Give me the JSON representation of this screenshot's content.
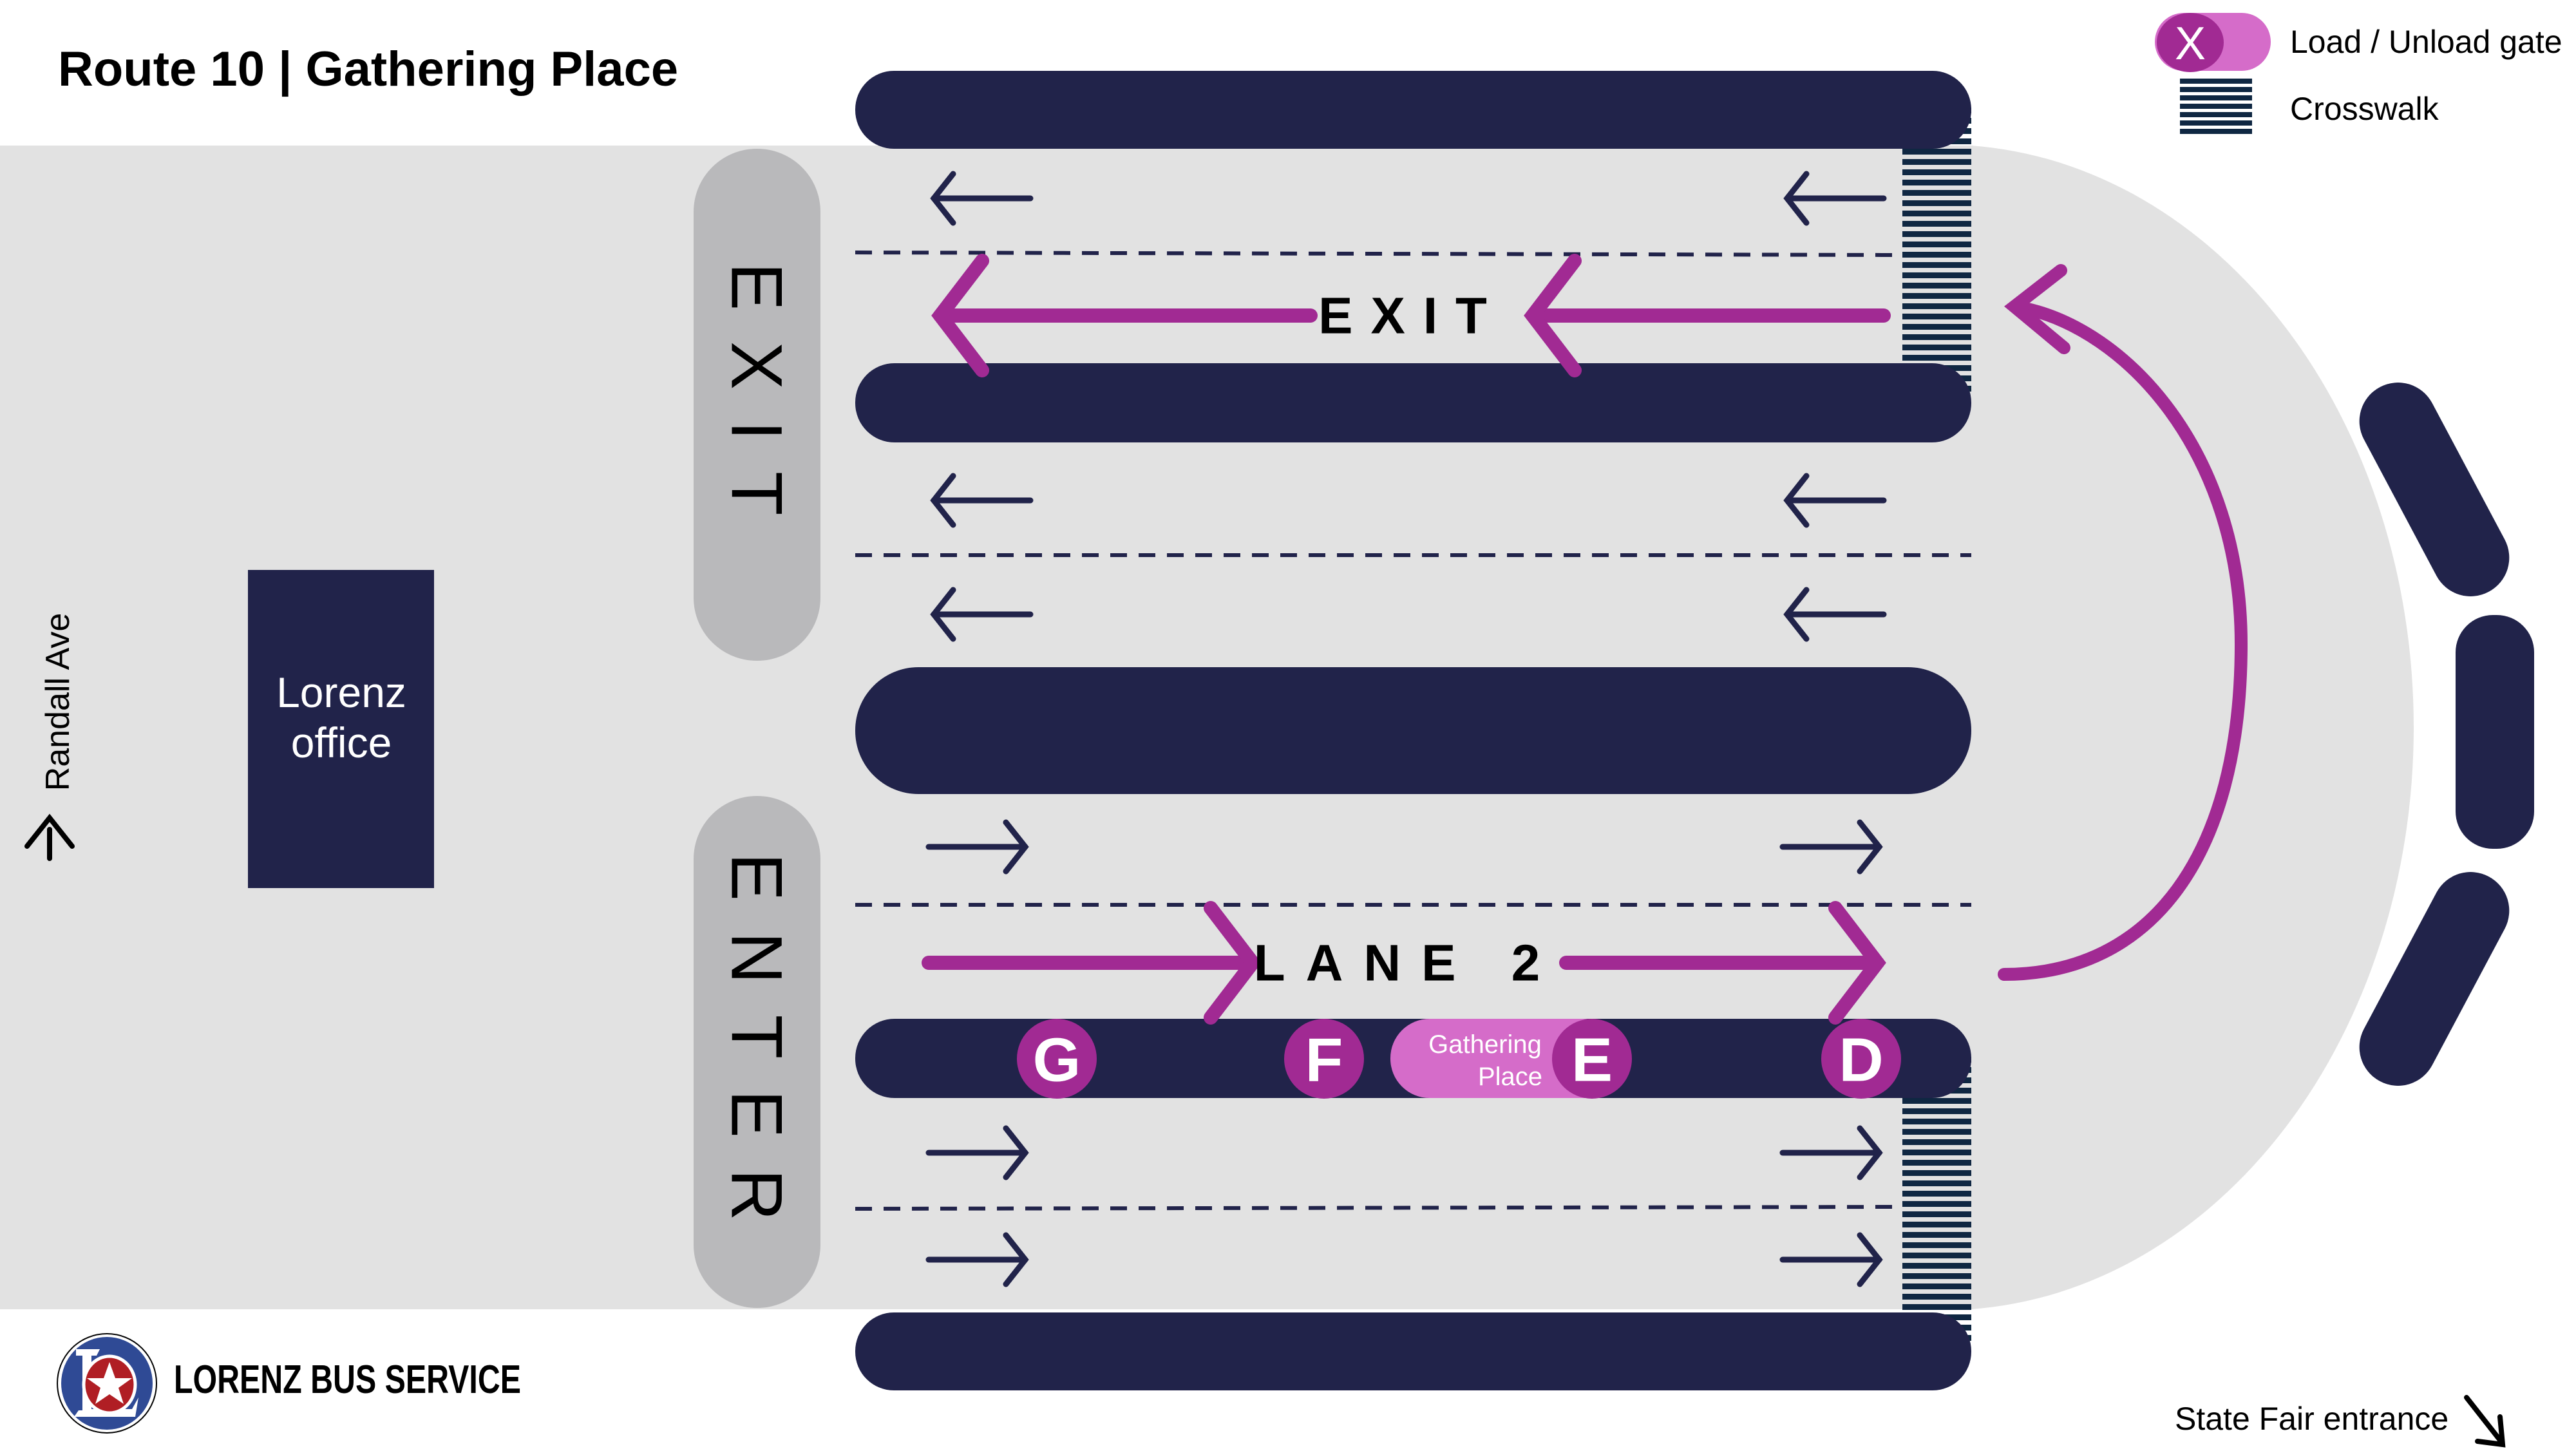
{
  "title": "Route 10 | Gathering Place",
  "colors": {
    "navy": "#21234a",
    "crosswalk": "#0f2742",
    "magenta": "#a12a93",
    "pink": "#d56cc9",
    "pavement": "#e2e2e2",
    "pill_grey": "#b9b9bb",
    "logo_blue": "#2f4a95",
    "logo_red": "#b01e24"
  },
  "legend": {
    "gate_symbol": "X",
    "gate_label": "Load / Unload gate",
    "crosswalk_label": "Crosswalk"
  },
  "labels": {
    "exit_vertical": "EXIT",
    "enter_vertical": "ENTER",
    "exit_lane": "EXIT",
    "lane": "LANE 2",
    "office_line1": "Lorenz",
    "office_line2": "office",
    "street": "Randall Ave",
    "state_fair": "State Fair entrance",
    "brand": "LORENZ BUS SERVICE"
  },
  "gates": [
    {
      "letter": "G",
      "highlight": false
    },
    {
      "letter": "F",
      "highlight": false
    },
    {
      "letter": "E",
      "highlight": true,
      "tag_line1": "Gathering",
      "tag_line2": "Place"
    },
    {
      "letter": "D",
      "highlight": false
    }
  ],
  "icons": {
    "lane_arrow_left": "arrow-left",
    "lane_arrow_right": "arrow-right",
    "street_arrow": "arrow-up",
    "state_fair_arrow": "arrow-down-right",
    "uturn_arrow": "u-turn-arrow",
    "logo": "lorenz-logo"
  }
}
